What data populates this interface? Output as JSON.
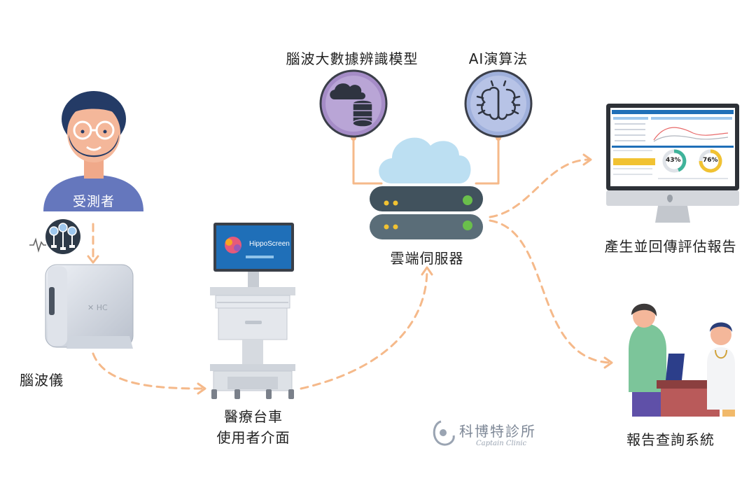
{
  "labels": {
    "subject": "受測者",
    "eeg_device": "腦波儀",
    "cart_line1": "醫療台車",
    "cart_line2": "使用者介面",
    "bigdata_model": "腦波大數據辨識模型",
    "ai_algorithm": "AI演算法",
    "cloud_server": "雲端伺服器",
    "report_generate": "產生並回傳評估報告",
    "report_query": "報告查詢系統"
  },
  "screen": {
    "brand": "HippoScreen"
  },
  "report_gauges": {
    "left_percent": "43%",
    "right_percent": "76%"
  },
  "watermark": {
    "name": "科博特診所",
    "sub": "Captain Clinic"
  },
  "colors": {
    "connector": "#f5b98a",
    "server_dark": "#41525d",
    "server_light": "#5a6d78",
    "led_yellow": "#f1c232",
    "led_green": "#6abf4b",
    "cloud": "#bcdff2",
    "circle_purple": "#a58cc7",
    "circle_blue": "#9fb0dc",
    "person_shirt": "#6577bd"
  }
}
